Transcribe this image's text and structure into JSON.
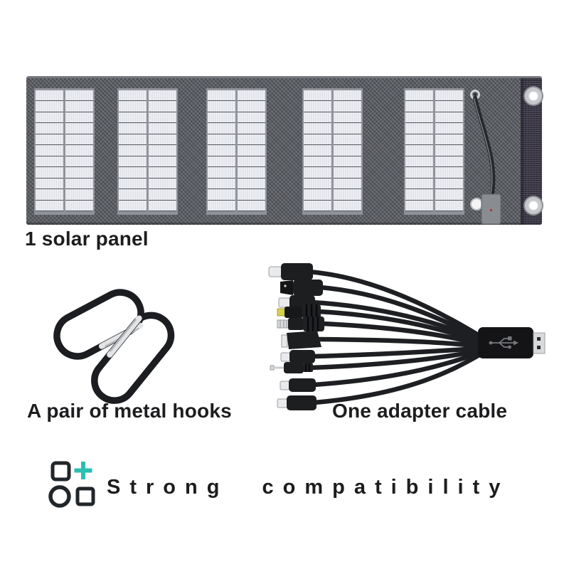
{
  "page": {
    "background_color": "#ffffff"
  },
  "kit": {
    "solar_panel": {
      "label": "1 solar panel"
    },
    "metal_hooks": {
      "label": "A pair of metal hooks"
    },
    "adapter_cable": {
      "label": "One adapter cable"
    }
  },
  "footer": {
    "slogan": "Strong compatibility",
    "accent_color": "#2abfb2"
  }
}
